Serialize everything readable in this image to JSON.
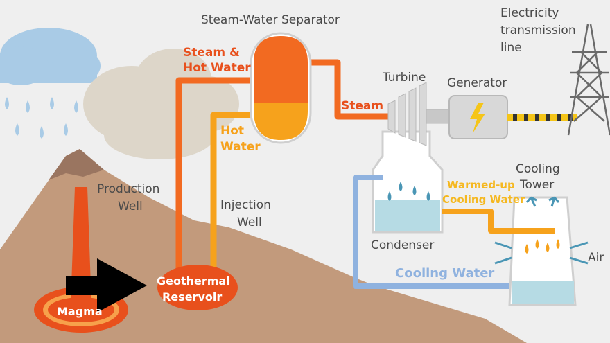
{
  "labels": {
    "separator": "Steam-Water Separator",
    "electricity_line1": "Electricity",
    "electricity_line2": "transmission",
    "electricity_line3": "line",
    "steam_hot_line1": "Steam &",
    "steam_hot_line2": "Hot Water",
    "hot_water_line1": "Hot",
    "hot_water_line2": "Water",
    "steam": "Steam",
    "turbine": "Turbine",
    "generator": "Generator",
    "cooling_tower_line1": "Cooling",
    "cooling_tower_line2": "Tower",
    "warmed_line1": "Warmed-up",
    "warmed_line2": "Cooling Water",
    "production_line1": "Production",
    "production_line2": "Well",
    "injection_line1": "Injection",
    "injection_line2": "Well",
    "condenser": "Condenser",
    "cooling_water": "Cooling Water",
    "air": "Air",
    "reservoir_line1": "Geothermal",
    "reservoir_line2": "Reservoir",
    "magma": "Magma"
  },
  "icons": {
    "arrow": "black-right-arrow-icon",
    "bolt": "lightning-bolt-icon",
    "rain": "raindrop-icon"
  },
  "colors": {
    "steam_pipe": "#f26a21",
    "hot_water_pipe": "#f6a21c",
    "cooling_pipe": "#8fb2df",
    "ground": "#c29a7c",
    "magma": "#e8501c"
  }
}
